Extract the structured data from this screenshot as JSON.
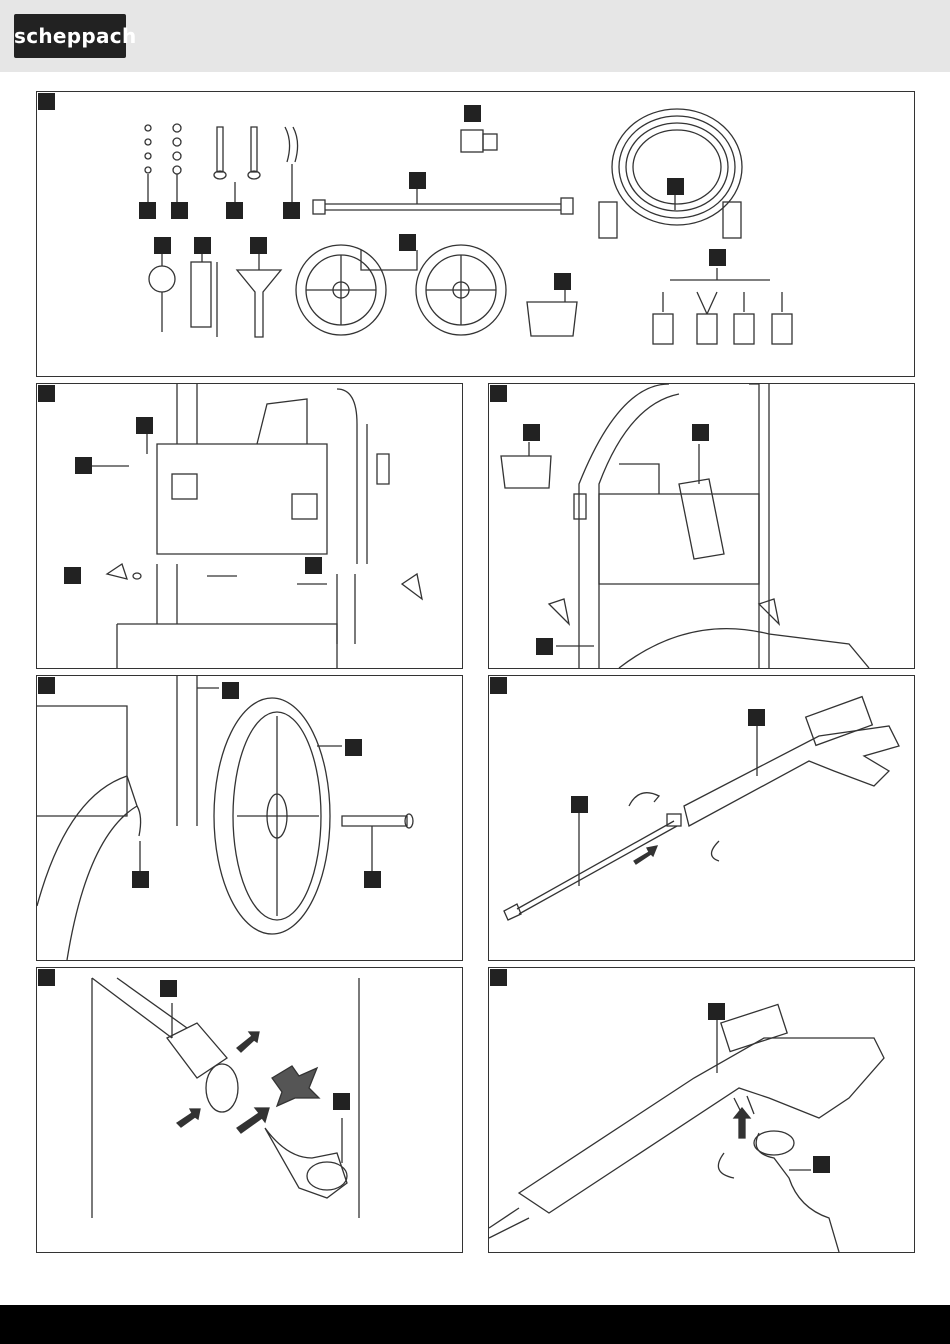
{
  "brand": {
    "logo_text": "scheppach"
  },
  "panels": [
    {
      "id": "panel-parts-overview"
    },
    {
      "id": "panel-bracket-assembly"
    },
    {
      "id": "panel-holder-mounting"
    },
    {
      "id": "panel-wheel-mounting"
    },
    {
      "id": "panel-lance-connection"
    },
    {
      "id": "panel-nozzle-insertion"
    },
    {
      "id": "panel-hose-connection"
    }
  ],
  "colors": {
    "header_bg": "#e6e6e6",
    "footer_bg": "#000000",
    "tag": "#222222",
    "line": "#333333"
  }
}
